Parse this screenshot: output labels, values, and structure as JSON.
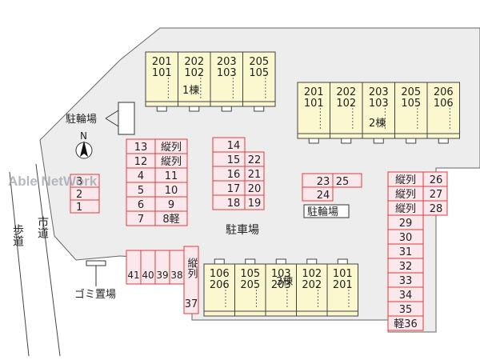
{
  "watermark": "Able NetWork",
  "labels": {
    "parking_lot": "駐車場",
    "bicycle_parking_left": "駐輪場",
    "bicycle_parking_center": "駐輪場",
    "garbage": "ゴミ置場",
    "road_sidewalk": "歩道",
    "road_city": "市道",
    "north": "N"
  },
  "building1": {
    "label": "1棟",
    "units": [
      {
        "upper": "201",
        "lower": "101"
      },
      {
        "upper": "202",
        "lower": "102"
      },
      {
        "upper": "203",
        "lower": "103"
      },
      {
        "upper": "205",
        "lower": "105"
      }
    ]
  },
  "building2": {
    "label": "2棟",
    "units": [
      {
        "upper": "201",
        "lower": "101"
      },
      {
        "upper": "202",
        "lower": "102"
      },
      {
        "upper": "203",
        "lower": "103"
      },
      {
        "upper": "205",
        "lower": "105"
      },
      {
        "upper": "206",
        "lower": "106"
      }
    ]
  },
  "building3": {
    "label": "3棟",
    "units": [
      {
        "upper": "106",
        "lower": "206"
      },
      {
        "upper": "105",
        "lower": "205"
      },
      {
        "upper": "103",
        "lower": "203"
      },
      {
        "upper": "102",
        "lower": "202"
      },
      {
        "upper": "101",
        "lower": "201"
      }
    ]
  },
  "parking": {
    "left": [
      "3",
      "2",
      "1"
    ],
    "col_a": [
      {
        "num": "13",
        "tag": "縦列"
      },
      {
        "num": "12",
        "tag": "縦列"
      },
      {
        "num": "4",
        "tag": "11"
      },
      {
        "num": "5",
        "tag": "10"
      },
      {
        "num": "6",
        "tag": "9"
      },
      {
        "num": "7",
        "tag": "8軽"
      }
    ],
    "col_b_single": "14",
    "col_b": [
      {
        "l": "15",
        "r": "22"
      },
      {
        "l": "16",
        "r": "21"
      },
      {
        "l": "17",
        "r": "20"
      },
      {
        "l": "18",
        "r": "19"
      }
    ],
    "center": {
      "a": "23",
      "b": "25",
      "c": "24"
    },
    "right_tandem": [
      {
        "tag": "縦列",
        "num": "26"
      },
      {
        "tag": "縦列",
        "num": "27"
      },
      {
        "tag": "縦列",
        "num": "28"
      }
    ],
    "right_col": [
      "29",
      "30",
      "31",
      "32",
      "33",
      "34",
      "35",
      "軽36"
    ],
    "bottom_row": [
      "41",
      "40",
      "39",
      "38"
    ],
    "tandem_vertical": "縦列",
    "tandem_vertical_num": "37"
  }
}
